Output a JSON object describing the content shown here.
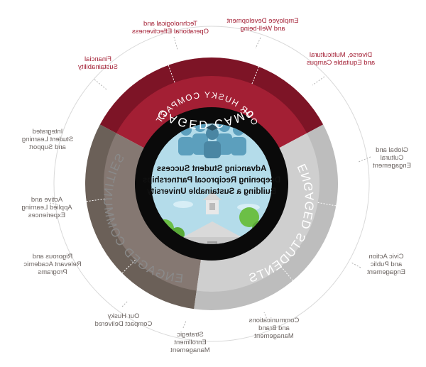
{
  "colors": {
    "campus": "#a31f34",
    "campus_dark": "#7d1426",
    "students": "#857872",
    "students_dark": "#6b6058",
    "communities": "#cfcfcf",
    "communities_dark": "#bdbdbd",
    "inner_black": "#0a0a0a",
    "sky": "#b4dcea",
    "people": "#5c9fbd",
    "building": "#c9c9c9",
    "tree": "#6cbf46",
    "label_red": "#a31f34",
    "label_grey": "#6b6461"
  },
  "ring": {
    "campus": "ENGAGED CAMPUS",
    "students": "ENGAGED STUDENTS",
    "communities": "ENGAGED COMMUNITIES"
  },
  "compact": "OUR HUSKY COMPACT",
  "center_lines": [
    "Advancing Student Success",
    "Deepening Reciprocal Partnerships",
    "Building a Sustainable University"
  ],
  "outer_labels": {
    "tech": "Technological and\nOperational Effectiveness",
    "employee": "Employee Development\nand Well-being",
    "diverse": "Diverse, Multicultural\nand Equitable Campus",
    "financial": "Financial\nSustainability",
    "global": "Global and\nCultural\nEngagement",
    "civic": "Civic Action\nand Public\nEngagement",
    "comms": "Communications\nand Brand\nManagement",
    "enrollment": "Strategic\nEnrollment\nManagement",
    "compact_delivered": "Our Husky\nCompact Delivered",
    "rigorous": "Rigorous and\nRelevant Academic\nPrograms",
    "active": "Active and\nApplied Learning\nExperiences",
    "integrated": "Integrated\nStudent Learning\nand Support"
  }
}
